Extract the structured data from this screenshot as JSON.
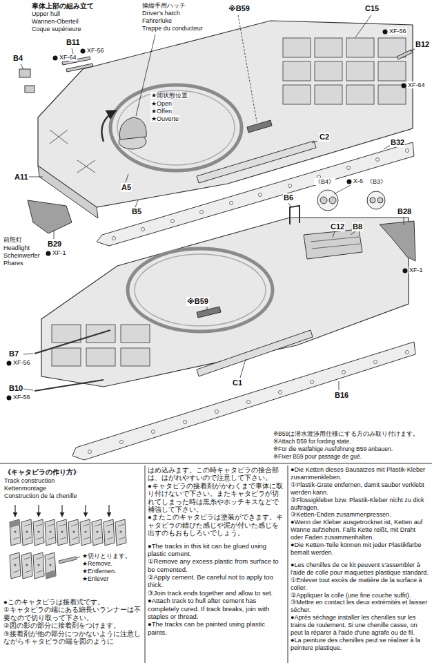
{
  "diagram": {
    "title": "車体上部の組み立て",
    "labels": [
      "Upper hull",
      "Wannen-Oberteil",
      "Coque supérieure",
      "操縦手用ハッチ",
      "Driver's hatch",
      "Fahrerluke",
      "Trappe du conducteur",
      "※B59",
      "C15",
      "B11",
      "XF-64",
      "XF-56",
      "B4",
      "★開状態位置",
      "★Open",
      "★Offen",
      "★Ouverte",
      "XF-56",
      "B12",
      "XF-64",
      "C2",
      "B32",
      "A11",
      "A5",
      "B5",
      "前照灯",
      "Headlight",
      "Scheinwerfer",
      "Phares",
      "B29",
      "XF-1",
      "B6",
      "《B4》",
      "X-6",
      "《B3》",
      "C12",
      "B8",
      "B28",
      "XF-1",
      "※B59",
      "B7",
      "XF-56",
      "B10",
      "XF-56",
      "C1",
      "B16",
      "※B59は潜水渡渉用仕様にする方のみ取り付けます。",
      "※Attach B59 for fording state.",
      "※Für die watfähige Ausführung B59 anbauen.",
      "※Fixer B59 pour passage de gué.",
      "《キャタピラの作り方》",
      "Track construction",
      "Kettenmontage",
      "Construction de la chenille",
      "★切りとります。",
      "★Remove.",
      "★Entfernen.",
      "★Enlever",
      "●このキャタピラは接着式です。",
      "①キャタピラの端にある細長いランナーは不要なので切り取って下さい。",
      "②図の影の部分に接着剤をつけます。",
      "③接着剤が他の部分につかないように注意しながらキャタピラの端を図のように",
      "はめ込みます。この時キャタピラの接合部は、はがれやすいので注意して下さい。",
      "●キャタピラの接着剤がかわくまで車体に取り付けないで下さい。またキャタピラが切れてしまった時は黒糸やホッチキスなどで補強して下さい。",
      "●またこのキャタピラは塗装ができます。キャタピラの錆びた感じや泥が付いた感じを出すのもおもしろいでしょう。",
      "●The tracks in this kit can be glued using plastic cement.",
      "①Remove any excess plastic from surface to be cemented.",
      "②Apply cement. Be careful not to apply too thick.",
      "③Join track ends together and allow to set.",
      "●Attach track to hull after cement has completely cured. If track breaks, join with staples or thread.",
      "●The tracks can be painted using plastic paints.",
      "●Die Ketten dieses Bausatzes mit Plastik-Kleber zusammenkleben.",
      "①Plastik-Grate entfernen, damit sauber verklebt werden kann.",
      "②Flüssigkleber bzw. Plastik-Kleber nicht zu dick auftragen.",
      "③Ketten-Enden zusammenpressen.",
      "●Wenn der Kleber ausgetrocknet ist, Ketten auf Wanne aufziehen. Falls Kette reißt, mit Draht oder Faden zusammenhalten.",
      "●Die Ketten-Teile können mit jeder Plastikfarbe bemalt werden.",
      "●Les chenilles de ce kit peuvent s'assembler à l'aide de colle pour maquettes plastique standard.",
      "①Enlever tout excès de matière de la surface à coller.",
      "②Appliquer la colle (une fine couche suffit).",
      "③Mettre en contact les deux extrémités et laisser sécher.",
      "●Après séchage installer les chenilles sur les trains de roulement. Si une chenille casse, on peut la réparer à l'aide d'une agrafe ou de fil.",
      "●La peinture des chenilles peut se réaliser à la peinture plastique."
    ]
  }
}
